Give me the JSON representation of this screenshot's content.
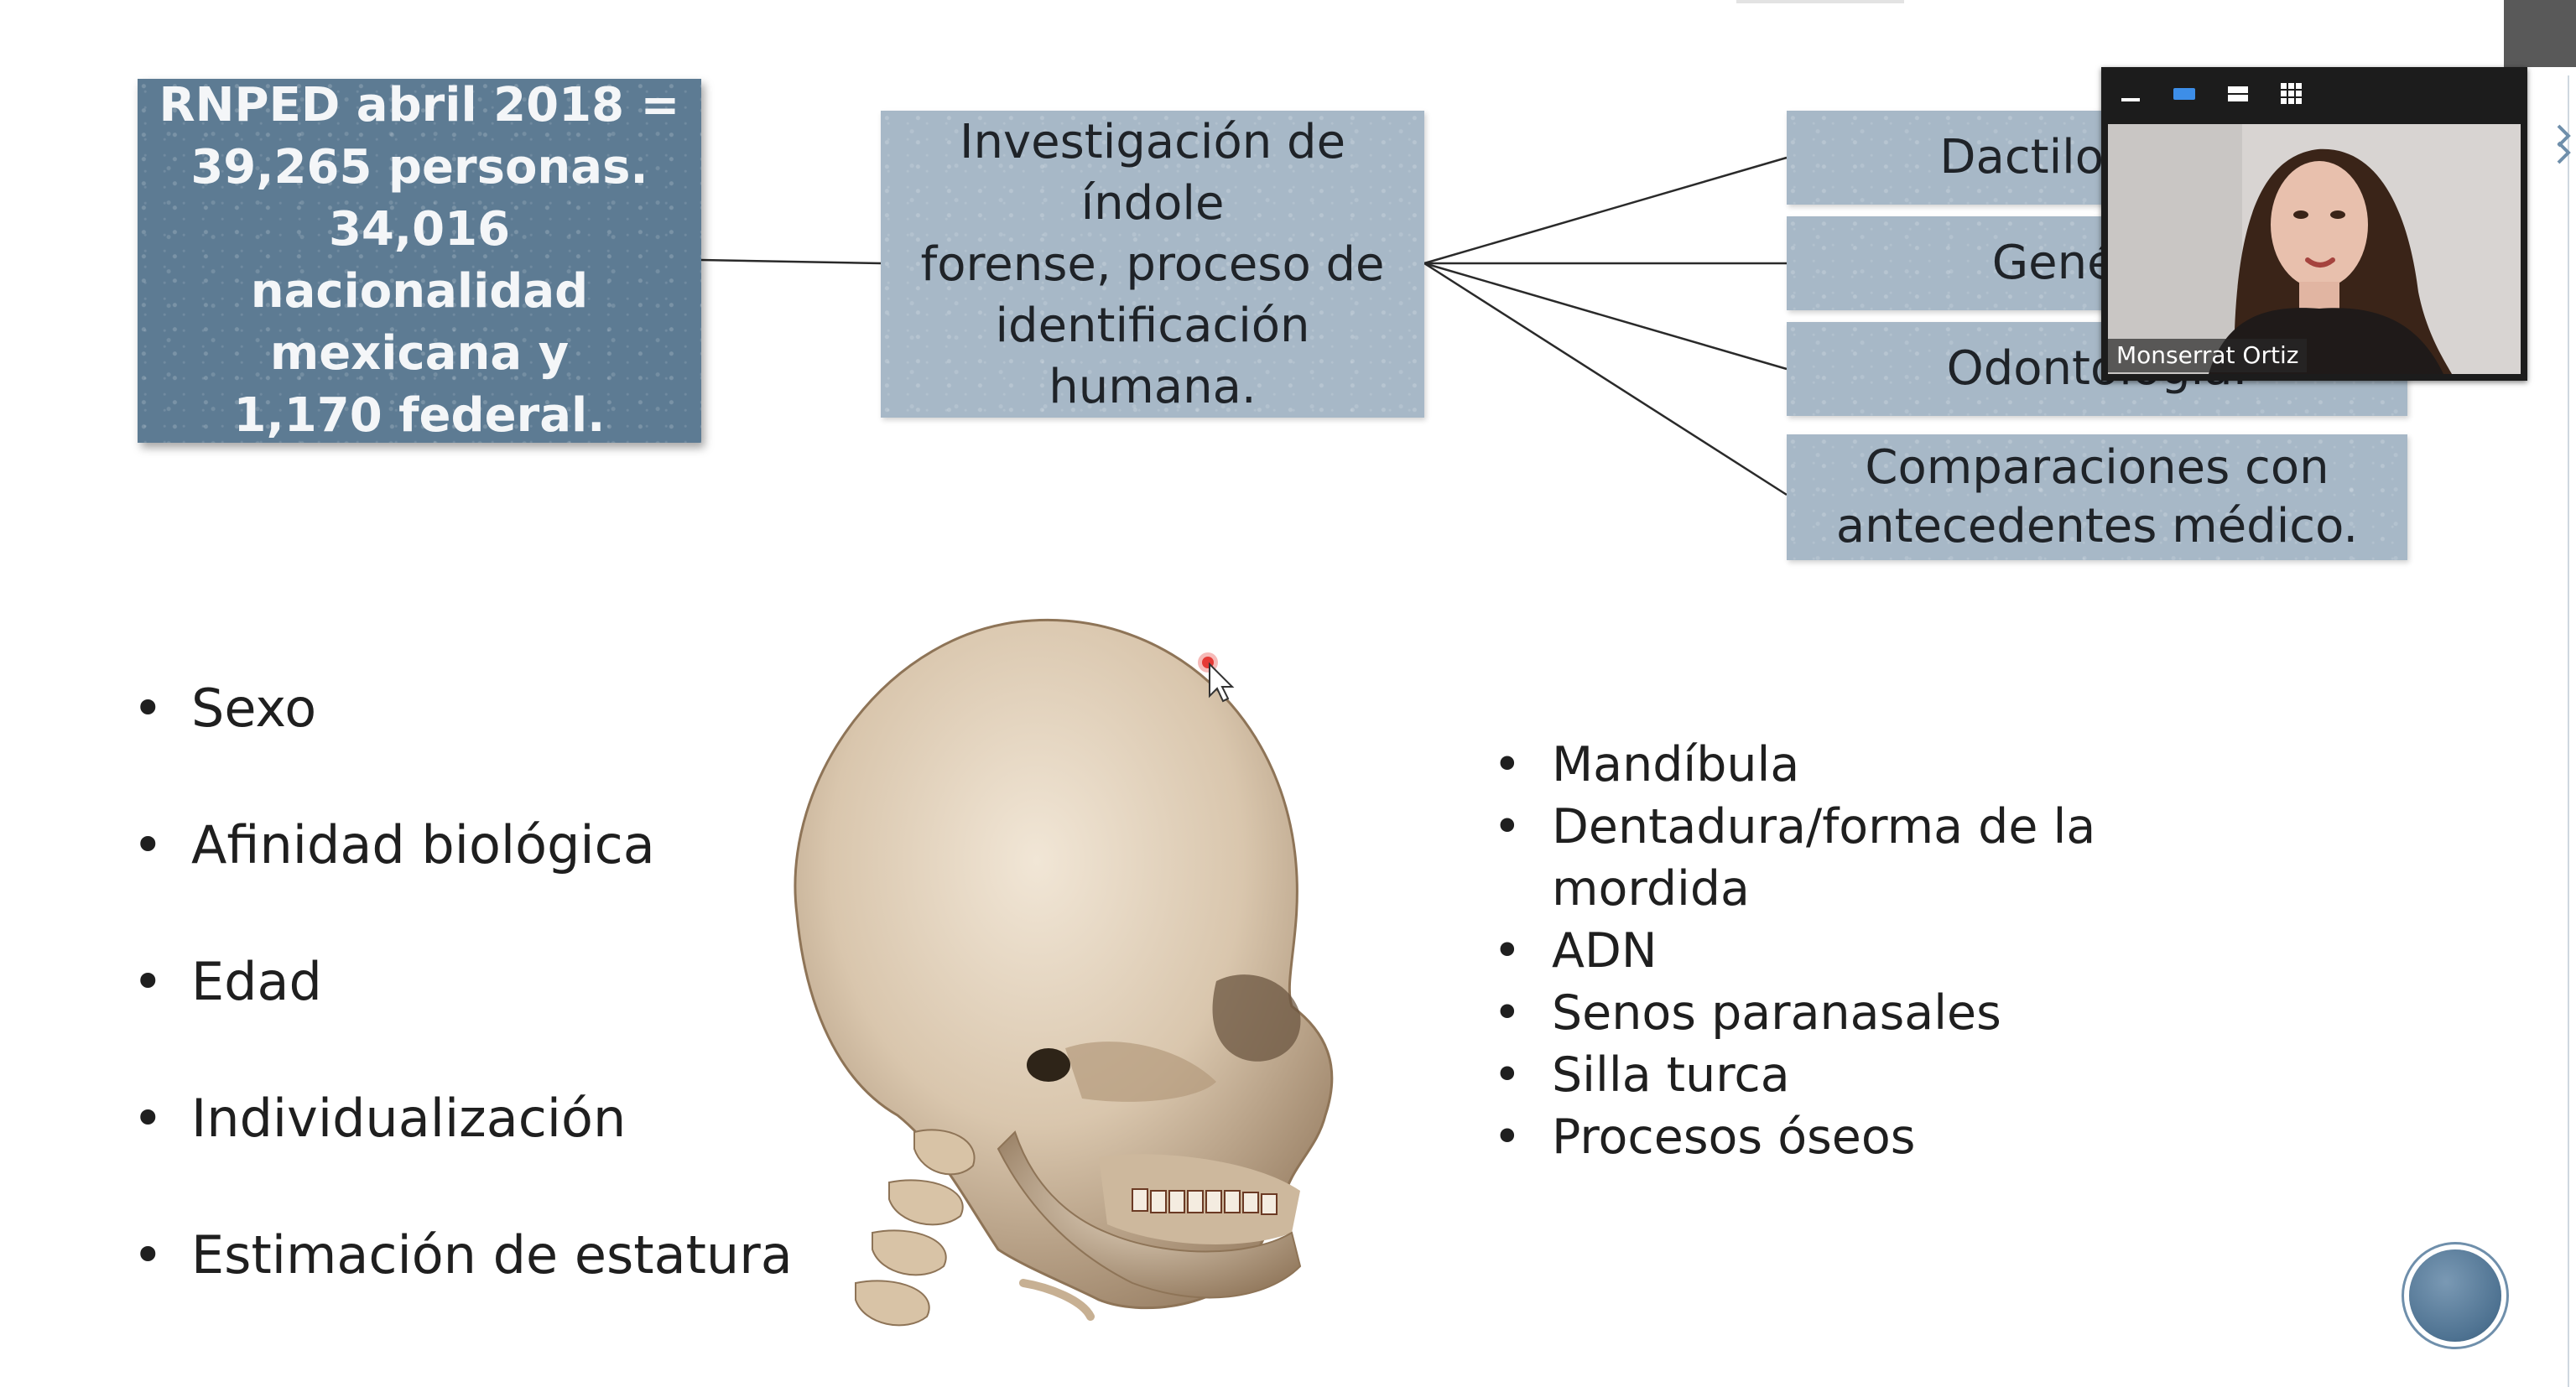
{
  "slide": {
    "registry_box": {
      "lines": [
        "RNPED abril 2018 =",
        "39,265 personas.",
        "34,016 nacionalidad",
        "mexicana y",
        "1,170 federal."
      ]
    },
    "investigation_box": {
      "lines": [
        "Investigación de índole",
        "forense, proceso de",
        "identificación humana."
      ]
    },
    "methods": [
      {
        "lines": [
          "Dactiloscopía"
        ]
      },
      {
        "lines": [
          "Genética"
        ]
      },
      {
        "lines": [
          "Odontología."
        ]
      },
      {
        "lines": [
          "Comparaciones con",
          "antecedentes médico."
        ]
      }
    ],
    "left_bullets": [
      "Sexo",
      "Afinidad biológica",
      "Edad",
      "Individualización",
      "Estimación de estatura"
    ],
    "right_bullets": [
      "Mandíbula",
      "Dentadura/forma de la mordida",
      "ADN",
      "Senos paranasales",
      "Silla turca",
      "Procesos óseos"
    ]
  },
  "video_call": {
    "participant_name": "Monserrat Ortiz",
    "toolbar_icons": [
      "minimize-icon",
      "speaker-view-icon",
      "stacked-view-icon",
      "gallery-view-icon"
    ]
  },
  "colors": {
    "dark_box": "#5d7b93",
    "light_box": "#a7b8c7",
    "accent_blue": "#3d8ee8",
    "nav_button": "#4e7291"
  }
}
